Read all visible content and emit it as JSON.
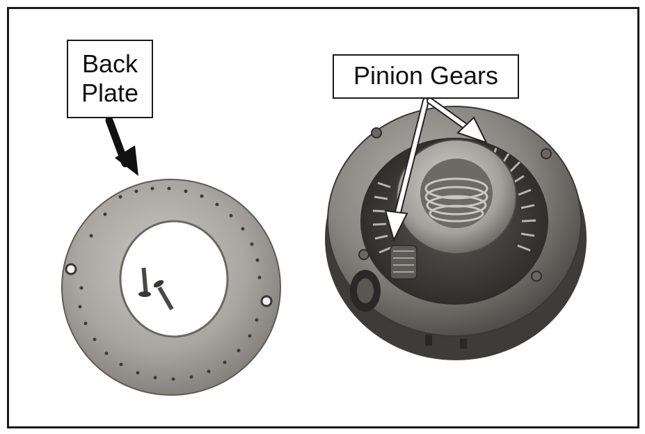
{
  "labels": {
    "back_plate_line1": "Back",
    "back_plate_line2": "Plate",
    "pinion_gears": "Pinion Gears"
  },
  "colors": {
    "frame": "#1a1a1a",
    "metal_light": "#b9b7b2",
    "metal_mid": "#8f8c87",
    "metal_dark": "#3a3835",
    "arrow_black": "#111111",
    "arrow_white": "#ffffff"
  }
}
